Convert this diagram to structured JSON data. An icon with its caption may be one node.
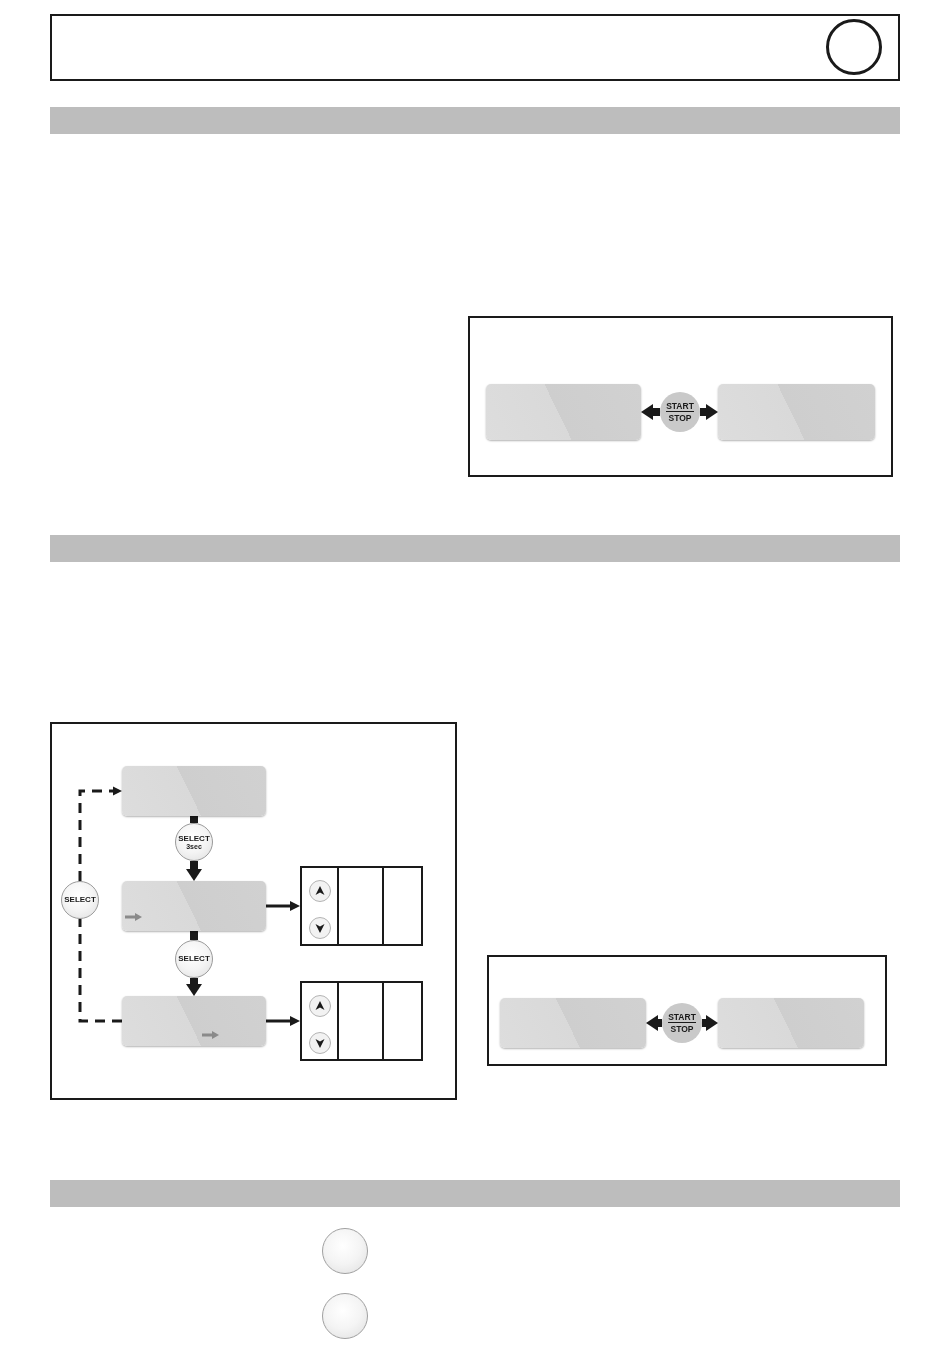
{
  "diagram": {
    "nodes": [
      {
        "text": [],
        "shape": "bar"
      },
      {
        "text": [],
        "shape": "box"
      },
      {
        "text": [],
        "shape": "box",
        "in": 1
      },
      {
        "text": [
          "START",
          "STOP"
        ],
        "in": 1
      },
      {
        "text": [],
        "shape": "box",
        "in": 1
      },
      {
        "text": [],
        "shape": "bar"
      },
      {
        "text": [],
        "shape": "box"
      },
      {
        "text": [],
        "shape": "box",
        "in": 6
      },
      {
        "text": [
          "SELECT",
          "3sec"
        ],
        "in": 6
      },
      {
        "text": [
          "SELECT"
        ],
        "in": 6
      },
      {
        "text": [],
        "shape": "box",
        "in": 6
      },
      {
        "text": [],
        "shape": "box",
        "in": 6
      },
      {
        "text": [
          "SELECT"
        ],
        "in": 6
      },
      {
        "text": [],
        "shape": "box",
        "in": 6
      },
      {
        "text": [],
        "shape": "box",
        "in": 6
      },
      {
        "text": [],
        "shape": "box"
      },
      {
        "text": [],
        "shape": "box",
        "in": 15
      },
      {
        "text": [
          "START",
          "STOP"
        ],
        "in": 15
      },
      {
        "text": [],
        "shape": "box",
        "in": 15
      },
      {
        "text": [],
        "shape": "bar"
      },
      {
        "text": [],
        "shape": "circle"
      },
      {
        "text": [],
        "shape": "circle"
      }
    ],
    "edges": [
      {
        "from": 3,
        "to": 2,
        "arrow": "to"
      },
      {
        "from": 3,
        "to": 4,
        "arrow": "to"
      },
      {
        "from": 7,
        "to": 8,
        "arrow": "none"
      },
      {
        "from": 8,
        "to": 10,
        "arrow": "to"
      },
      {
        "from": 10,
        "to": 11,
        "arrow": "to"
      },
      {
        "from": 10,
        "to": 12,
        "arrow": "none"
      },
      {
        "from": 12,
        "to": 13,
        "arrow": "to"
      },
      {
        "from": 13,
        "to": 9,
        "arrow": "none",
        "style": "dashed"
      },
      {
        "from": 9,
        "to": 7,
        "arrow": "to",
        "style": "dashed"
      },
      {
        "from": 13,
        "to": 14,
        "arrow": "to"
      },
      {
        "from": 17,
        "to": 16,
        "arrow": "to"
      },
      {
        "from": 17,
        "to": 18,
        "arrow": "to"
      }
    ]
  }
}
